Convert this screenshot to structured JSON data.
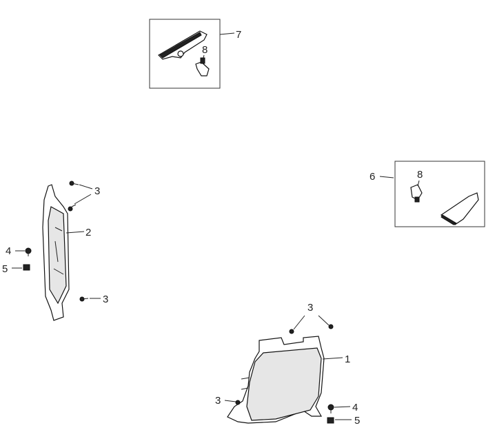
{
  "diagram": {
    "type": "exploded parts diagram",
    "callouts": {
      "c7": "7",
      "c8_top": "8",
      "c6": "6",
      "c8_right": "8",
      "c3_a": "3",
      "c2": "2",
      "c4_left": "4",
      "c5_left": "5",
      "c3_b": "3",
      "c3_c": "3",
      "c1": "1",
      "c3_d": "3",
      "c4_right": "4",
      "c5_right": "5"
    }
  }
}
